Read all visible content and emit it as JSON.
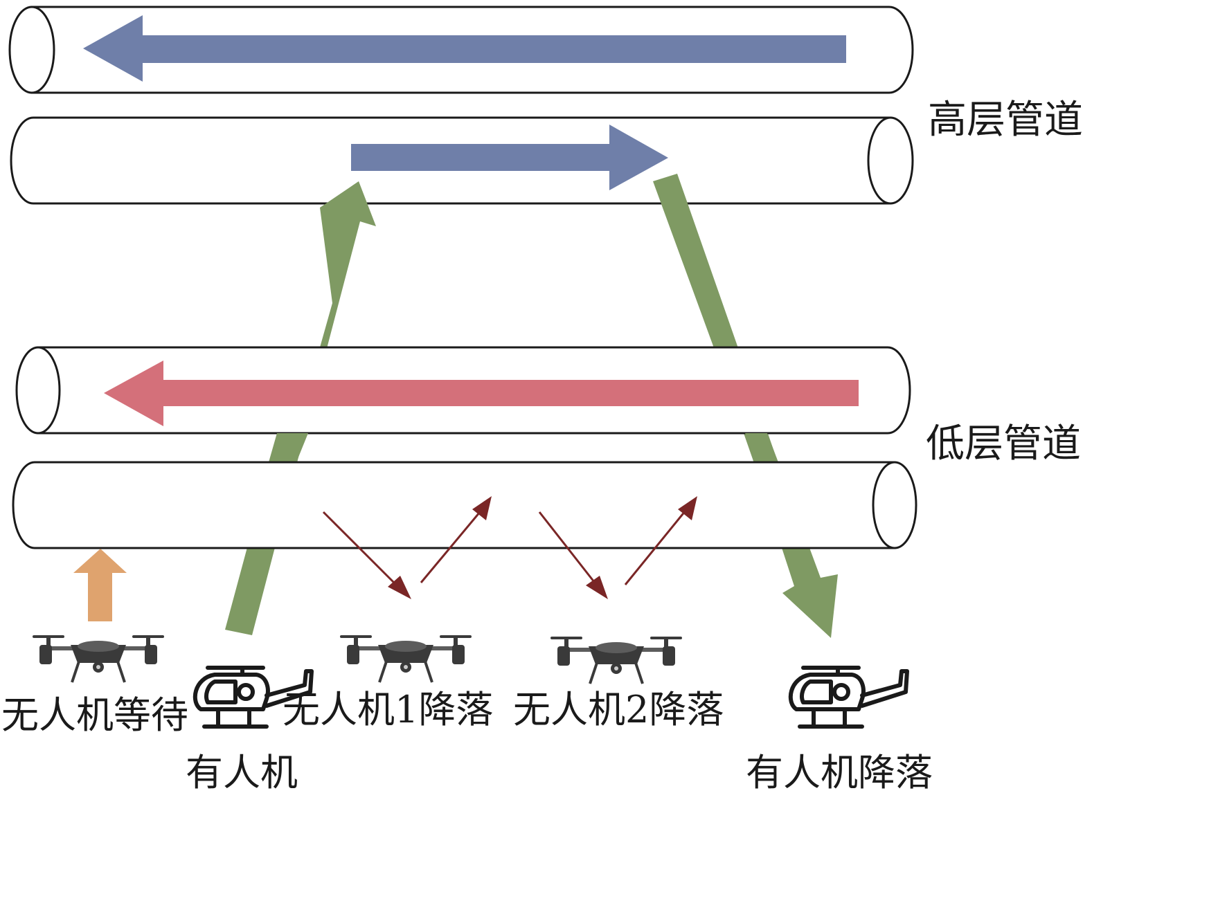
{
  "colors": {
    "blue_arrow": "#6f7fa9",
    "red_arrow": "#d4707a",
    "green_arrow": "#7f9a63",
    "orange_arrow": "#dfa36e",
    "dark_red_arrow": "#7a2626"
  },
  "labels": {
    "high_pipe": "高层管道",
    "low_pipe": "低层管道",
    "drone_waiting": "无人机等待",
    "manned_aircraft": "有人机",
    "drone1_landing": "无人机1降落",
    "drone2_landing": "无人机2降落",
    "manned_landing": "有人机降落"
  },
  "icons": {
    "drone": "quadcopter-icon",
    "helicopter": "helicopter-icon"
  }
}
